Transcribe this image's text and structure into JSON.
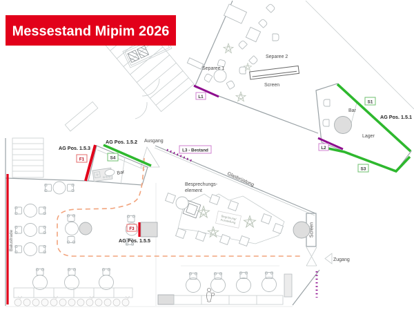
{
  "meta": {
    "drawing_title": "Messestand Mipim 2026",
    "type": "floor plan"
  },
  "banner": {
    "title": "Messestand Mipim 2026",
    "bg": "#e2001a",
    "fg": "#ffffff"
  },
  "colors": {
    "accent_red": "#e2001a",
    "fixture_green": "#2eb82e",
    "fixture_purple": "#8e0d8e",
    "route_orange": "#f2a37c",
    "wall_gray": "#9aa2a6"
  },
  "labels": {
    "separee1": "Separee 1",
    "separee2": "Separee 2",
    "screen_top": "Screen",
    "screen_right": "Screen",
    "bar_upper": "Bar",
    "bar_lower": "Bar",
    "lager": "Lager",
    "ag_151": "AG Pos. 1.5.1",
    "ag_152": "AG Pos. 1.5.2",
    "ag_153": "AG Pos. 1.5.3",
    "ag_155": "AG Pos. 1.5.5",
    "ausgang": "Ausgang",
    "zugang": "Zugang",
    "besprechung_1": "Besprechungs-",
    "besprechung_2": "element",
    "glasbruestung": "Glasbrüstung",
    "balustrade": "Balustrade",
    "begruenung_1": "Begrünung/",
    "begruenung_2": "Ausstellung"
  },
  "markers": {
    "f1": "F1",
    "f3": "F3",
    "s1": "S1",
    "s3": "S3",
    "s4": "S4",
    "l1": "L1",
    "l2": "L2",
    "l3": "L3 - Bestand"
  }
}
